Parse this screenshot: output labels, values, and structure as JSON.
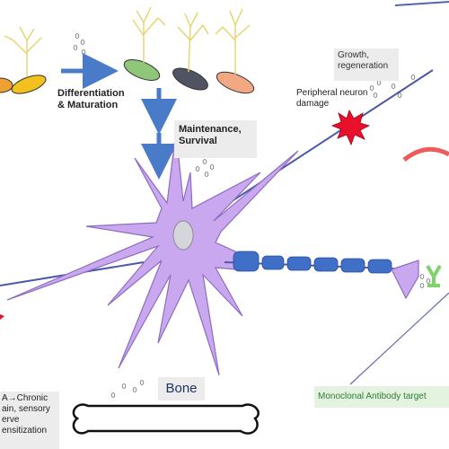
{
  "labels": {
    "differentiation": "Differentiation\n& Maturation",
    "maintenance": "Maintenance,\nSurvival",
    "growth": "Growth,\nregeneration",
    "damage": "Peripheral neuron\ndamage",
    "bone": "Bone",
    "antibody": "Monoclonal Antibody target",
    "chronic": "A→Chronic\nain, sensory\nerve\nensitization"
  },
  "colors": {
    "neuron_fill": "#c9a8f0",
    "neuron_stroke": "#8e6cc0",
    "myelin": "#3f6fc7",
    "arrow": "#4a7bc8",
    "label_box": "#ececec",
    "antibody_box": "#e4f3df",
    "antibody_text": "#2e7d32",
    "burst": "#e8102a",
    "antibody_y": "#7fd36a"
  },
  "icons": [
    "growth-factor-dot",
    "neuron-cell",
    "bone-shape",
    "damage-burst",
    "antibody-y-icon",
    "flow-arrow-icon"
  ]
}
